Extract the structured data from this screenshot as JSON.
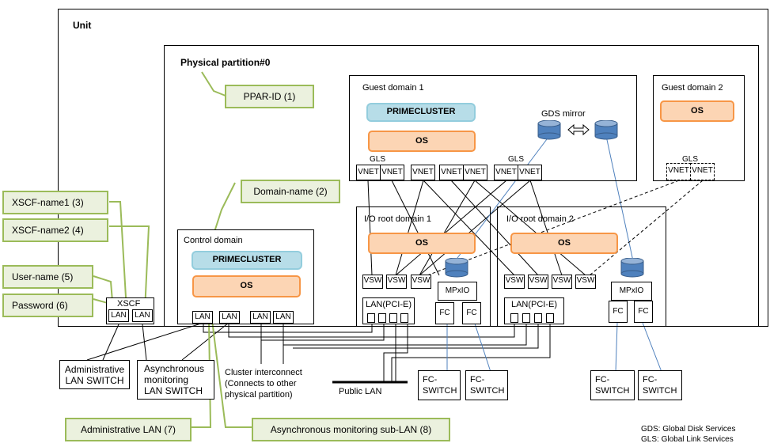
{
  "unit_label": "Unit",
  "ppar_label": "Physical partition#0",
  "guest1": {
    "title": "Guest domain 1",
    "primecluster": "PRIMECLUSTER",
    "os": "OS",
    "gds_mirror": "GDS mirror",
    "gls_left": "GLS",
    "gls_right": "GLS",
    "vnets": [
      "VNET",
      "VNET",
      "VNET",
      "VNET",
      "VNET",
      "VNET",
      "VNET"
    ]
  },
  "guest2": {
    "title": "Guest domain 2",
    "os": "OS",
    "gls": "GLS",
    "vnets": [
      "VNET",
      "VNET"
    ]
  },
  "io1": {
    "title": "I/O root domain 1",
    "os": "OS",
    "vsws": [
      "VSW",
      "VSW",
      "VSW"
    ],
    "mpxio": "MPxIO",
    "lan_pcie": "LAN(PCI-E)",
    "fcs": [
      "FC",
      "FC"
    ]
  },
  "io2": {
    "title": "I/O root domain 2",
    "os": "OS",
    "vsws": [
      "VSW",
      "VSW",
      "VSW",
      "VSW"
    ],
    "mpxio": "MPxIO",
    "lan_pcie": "LAN(PCI-E)",
    "fcs": [
      "FC",
      "FC"
    ]
  },
  "control": {
    "title": "Control domain",
    "primecluster": "PRIMECLUSTER",
    "os": "OS",
    "lans": [
      "LAN",
      "LAN",
      "LAN",
      "LAN"
    ]
  },
  "xscf": {
    "title": "XSCF",
    "lans": [
      "LAN",
      "LAN"
    ]
  },
  "callouts": {
    "ppar_id": "PPAR-ID (1)",
    "domain_name": "Domain-name (2)",
    "xscf_name1": "XSCF-name1 (3)",
    "xscf_name2": "XSCF-name2 (4)",
    "user_name": "User-name (5)",
    "password": "Password (6)",
    "admin_lan": "Administrative LAN (7)",
    "async_sub_lan": "Asynchronous monitoring sub-LAN (8)"
  },
  "external": {
    "admin_switch": [
      "Administrative",
      "LAN SWITCH"
    ],
    "async_switch": [
      "Asynchronous",
      "monitoring",
      "LAN SWITCH"
    ],
    "cluster_ic": [
      "Cluster interconnect",
      "(Connects to other",
      "physical partition)"
    ],
    "public_lan": "Public LAN",
    "fc_switches": [
      [
        "FC-",
        "SWITCH"
      ],
      [
        "FC-",
        "SWITCH"
      ],
      [
        "FC-",
        "SWITCH"
      ],
      [
        "FC-",
        "SWITCH"
      ]
    ]
  },
  "legend": {
    "gds": "GDS: Global Disk Services",
    "gls": "GLS: Global Link Services"
  },
  "colors": {
    "callout_fill": "#ebf1de",
    "callout_border": "#9bbb59",
    "os_fill": "#fcd5b4",
    "os_border": "#f79646",
    "pc_fill": "#b7dde8",
    "pc_border": "#93cddd",
    "disk_fill": "#4f81bd"
  },
  "icons": {
    "disk": "disk-cylinder-icon",
    "mirror": "double-arrow-icon"
  }
}
